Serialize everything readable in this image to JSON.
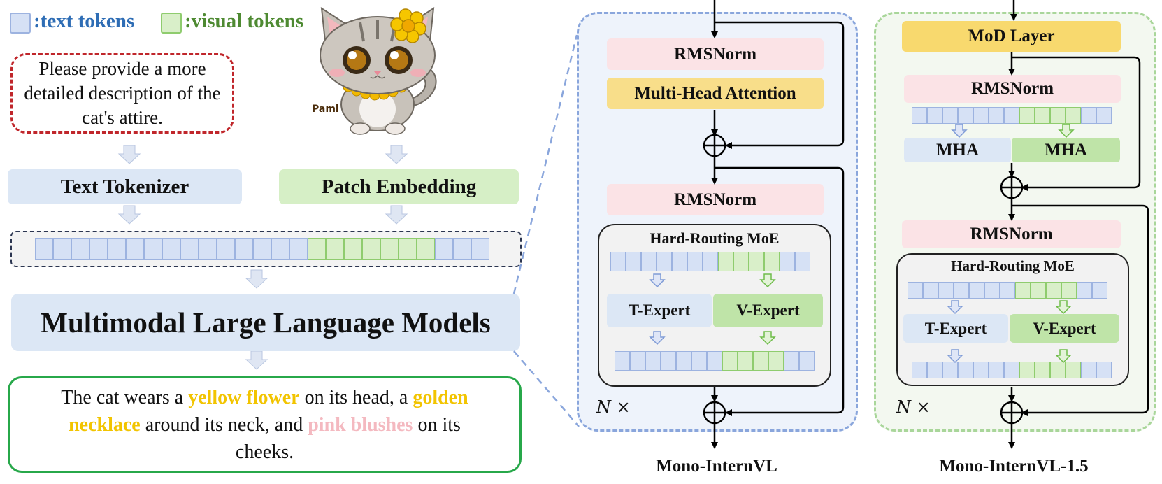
{
  "legend": {
    "text_label": ":text tokens",
    "visual_label": ":visual tokens"
  },
  "prompt_text": "Please provide a more detailed description of the cat's attire.",
  "image_caption": "Pami",
  "text_tokenizer": "Text Tokenizer",
  "patch_embedding": "Patch Embedding",
  "mllm_label": "Multimodal Large Language Models",
  "output": {
    "p1": "The cat wears a ",
    "h1": "yellow flower",
    "p2": " on its head, a ",
    "h2": "golden necklace",
    "p3": " around its neck, and ",
    "h3": "pink blushes",
    "p4": " on its cheeks."
  },
  "mono": {
    "rmsnorm1": "RMSNorm",
    "mha": "Multi-Head Attention",
    "rmsnorm2": "RMSNorm",
    "moe_title": "Hard-Routing MoE",
    "t_expert": "T-Expert",
    "v_expert": "V-Expert",
    "repeat": "N ×",
    "caption": "Mono-InternVL"
  },
  "mono15": {
    "mod_layer": "MoD Layer",
    "rmsnorm1": "RMSNorm",
    "mha_text": "MHA",
    "mha_visual": "MHA",
    "rmsnorm2": "RMSNorm",
    "moe_title": "Hard-Routing MoE",
    "t_expert": "T-Expert",
    "v_expert": "V-Expert",
    "repeat": "N ×",
    "caption": "Mono-InternVL-1.5"
  },
  "colors": {
    "text_token": "#d6e1f5",
    "visual_token": "#d9efc9",
    "text_label": "#2e6db5",
    "visual_label": "#4e8a32",
    "highlight_yellow": "#f2c400",
    "highlight_pink": "#f4b9c0",
    "rmsnorm": "#fbe3e6",
    "attention": "#f8de8a"
  }
}
